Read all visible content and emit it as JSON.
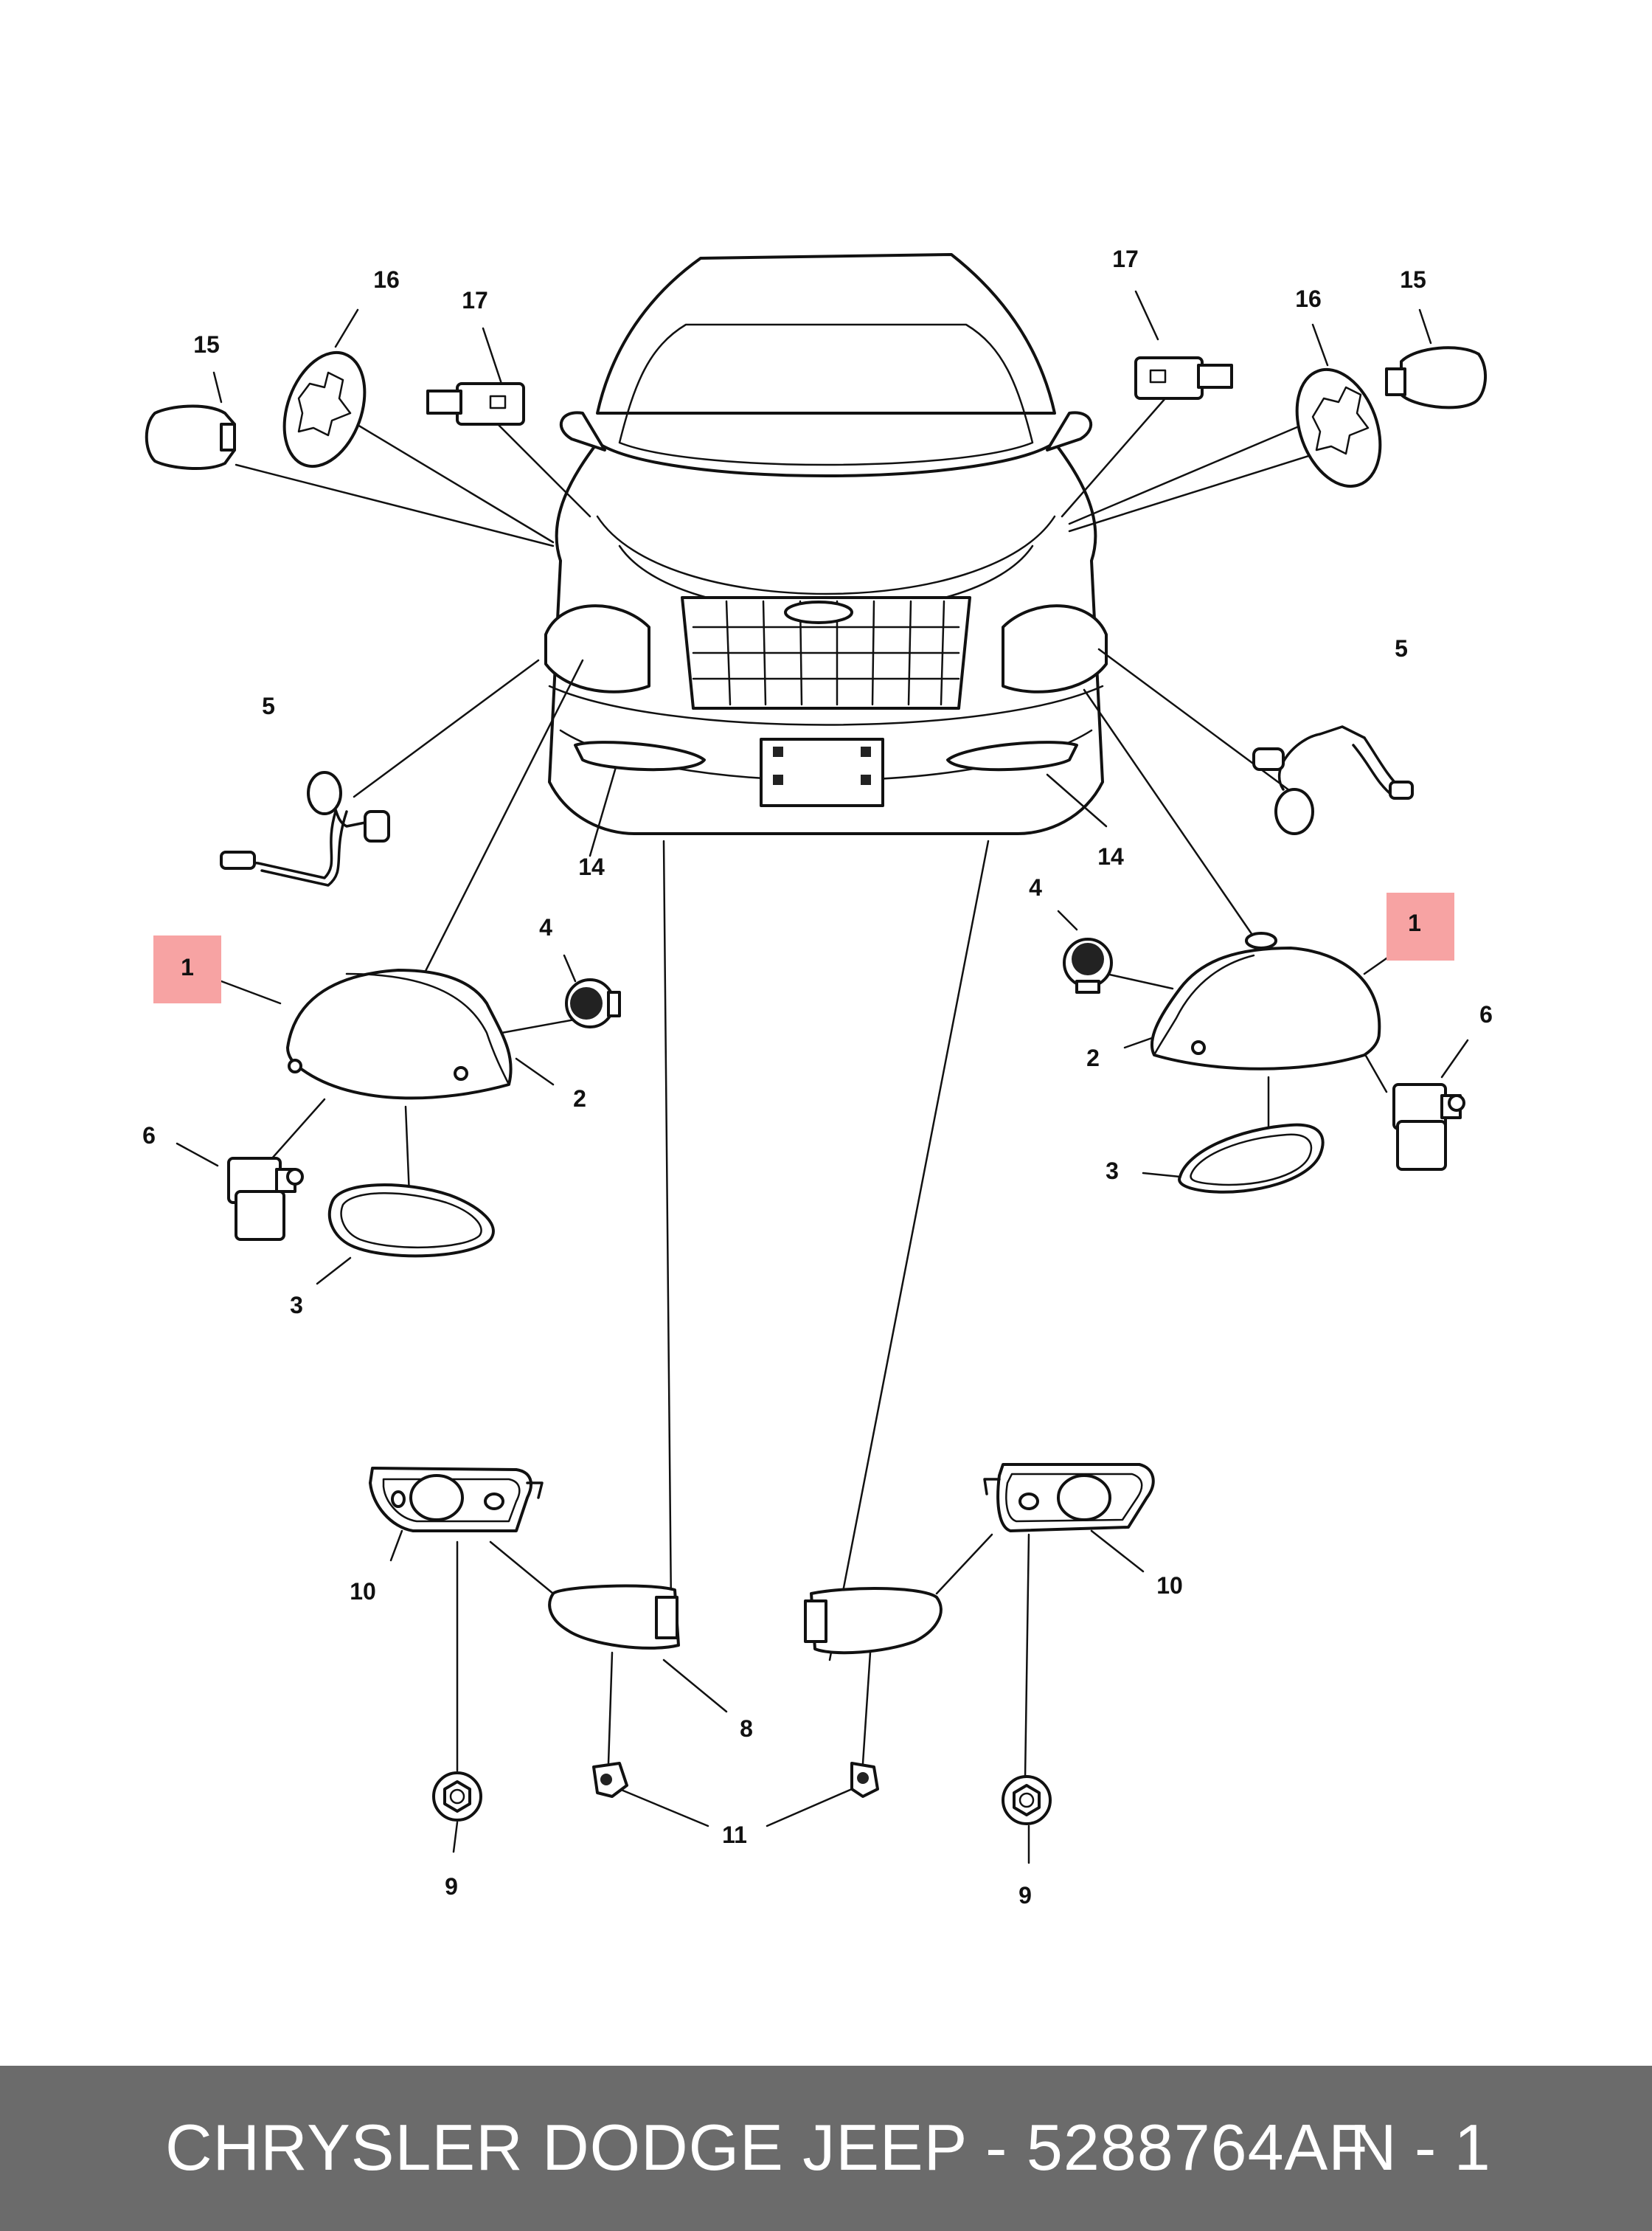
{
  "callouts": {
    "c1_left": "1",
    "c1_right": "1",
    "c2_left": "2",
    "c2_right": "2",
    "c3_left": "3",
    "c3_right": "3",
    "c4_left": "4",
    "c4_right": "4",
    "c5_left": "5",
    "c5_right": "5",
    "c6_left": "6",
    "c6_right": "6",
    "c8": "8",
    "c9_left": "9",
    "c9_right": "9",
    "c10_left": "10",
    "c10_right": "10",
    "c11": "11",
    "c14_left": "14",
    "c14_right": "14",
    "c15_left": "15",
    "c15_right": "15",
    "c16_left": "16",
    "c16_right": "16",
    "c17_left": "17",
    "c17_right": "17"
  },
  "highlight_color": "#f7a3a3",
  "footer": {
    "title": "CHRYSLER DODGE JEEP - 5288764AF",
    "page": "N - 1",
    "background": "#6b6b6b"
  }
}
